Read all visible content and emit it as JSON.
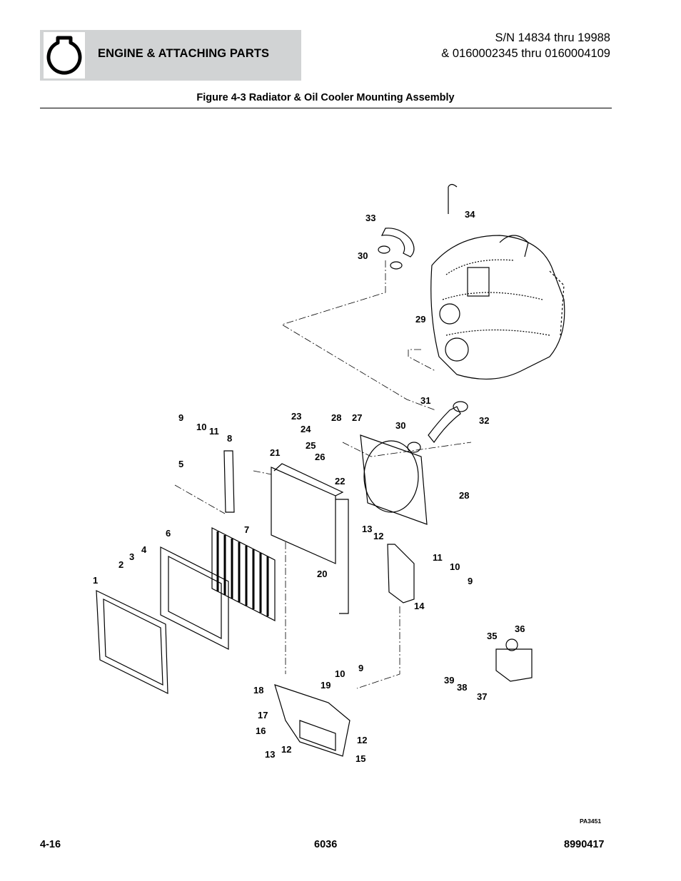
{
  "header": {
    "section_title": "ENGINE & ATTACHING PARTS",
    "serial_line1": "S/N 14834 thru 19988",
    "serial_line2": "& 0160002345 thru 0160004109",
    "icon": "engine-icon"
  },
  "figure": {
    "title": "Figure 4-3 Radiator & Oil Cooler Mounting Assembly",
    "reference": "PA3451",
    "callouts": [
      "1",
      "2",
      "3",
      "4",
      "5",
      "6",
      "7",
      "8",
      "9",
      "10",
      "11",
      "12",
      "13",
      "14",
      "15",
      "16",
      "17",
      "18",
      "19",
      "20",
      "21",
      "22",
      "23",
      "24",
      "25",
      "26",
      "27",
      "28",
      "29",
      "30",
      "31",
      "32",
      "33",
      "34",
      "35",
      "36",
      "37",
      "38",
      "39"
    ]
  },
  "footer": {
    "page": "4-16",
    "model": "6036",
    "part_number": "8990417"
  }
}
